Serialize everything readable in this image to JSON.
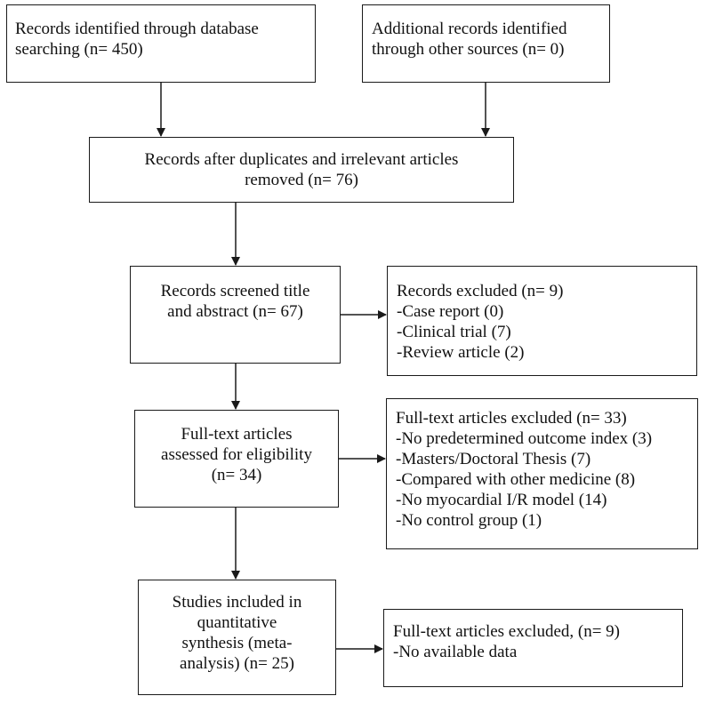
{
  "boxes": {
    "identified": {
      "lines": [
        "Records identified through database",
        "searching (n= 450)"
      ]
    },
    "additional": {
      "lines": [
        "Additional records identified",
        "through other sources (n= 0)"
      ]
    },
    "after_duplicates": {
      "lines": [
        "Records after duplicates and irrelevant articles",
        "removed  (n= 76)"
      ]
    },
    "screened": {
      "lines": [
        "Records screened title",
        "and abstract (n= 67)"
      ]
    },
    "excluded_screen": {
      "lines": [
        "Records excluded (n= 9)",
        "-Case report (0)",
        "-Clinical trial (7)",
        "-Review article (2)"
      ]
    },
    "fulltext": {
      "lines": [
        "Full-text articles",
        "assessed for eligibility",
        "(n= 34)"
      ]
    },
    "excluded_fulltext": {
      "lines": [
        "Full-text articles excluded (n= 33)",
        "-No predetermined outcome index (3)",
        "-Masters/Doctoral Thesis (7)",
        "-Compared with other medicine (8)",
        "-No myocardial I/R model (14)",
        "-No control group (1)"
      ]
    },
    "included": {
      "lines": [
        "Studies included in",
        "quantitative",
        "synthesis (meta-",
        "analysis) (n= 25)"
      ]
    },
    "excluded_data": {
      "lines": [
        "Full-text articles excluded, (n= 9)",
        "-No available data"
      ]
    }
  }
}
